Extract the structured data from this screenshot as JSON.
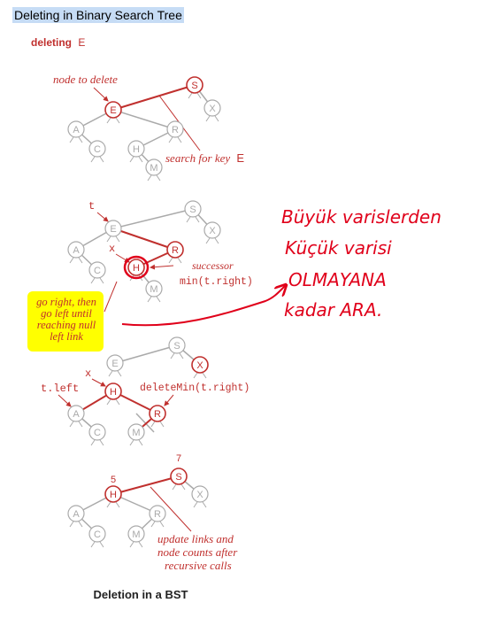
{
  "window": {
    "title": "Deleting in Binary Search Tree"
  },
  "figure": {
    "heading_prefix": "deleting",
    "heading_key": "E",
    "caption": "Deletion in a BST",
    "labels": {
      "node_to_delete": "node to delete",
      "search_for_key_prefix": "search for key",
      "search_for_key_key": "E",
      "t": "t",
      "x": "x",
      "successor": "successor",
      "min_call": "min(t.right)",
      "go_right_lines": [
        "go right, then",
        "go left until",
        "reaching null",
        "left link"
      ],
      "t_left": "t.left",
      "delete_min_call": "deleteMin(t.right)",
      "count_7": "7",
      "count_5": "5",
      "update_lines": [
        "update links and",
        "node counts after",
        "recursive calls"
      ]
    },
    "node_keys": {
      "A": "A",
      "C": "C",
      "E": "E",
      "H": "H",
      "M": "M",
      "R": "R",
      "S": "S",
      "X": "X"
    }
  },
  "annotation": {
    "ink_color": "#e0001a",
    "highlight_color": "#ffff00",
    "lines": [
      "Büyük varislerden",
      "Küçük varisi",
      "OLMAYANA",
      "kadar ARA."
    ]
  },
  "colors": {
    "accent": "#c0302e",
    "grey": "#aaaaaa",
    "title_highlight": "#c6dcf5"
  }
}
